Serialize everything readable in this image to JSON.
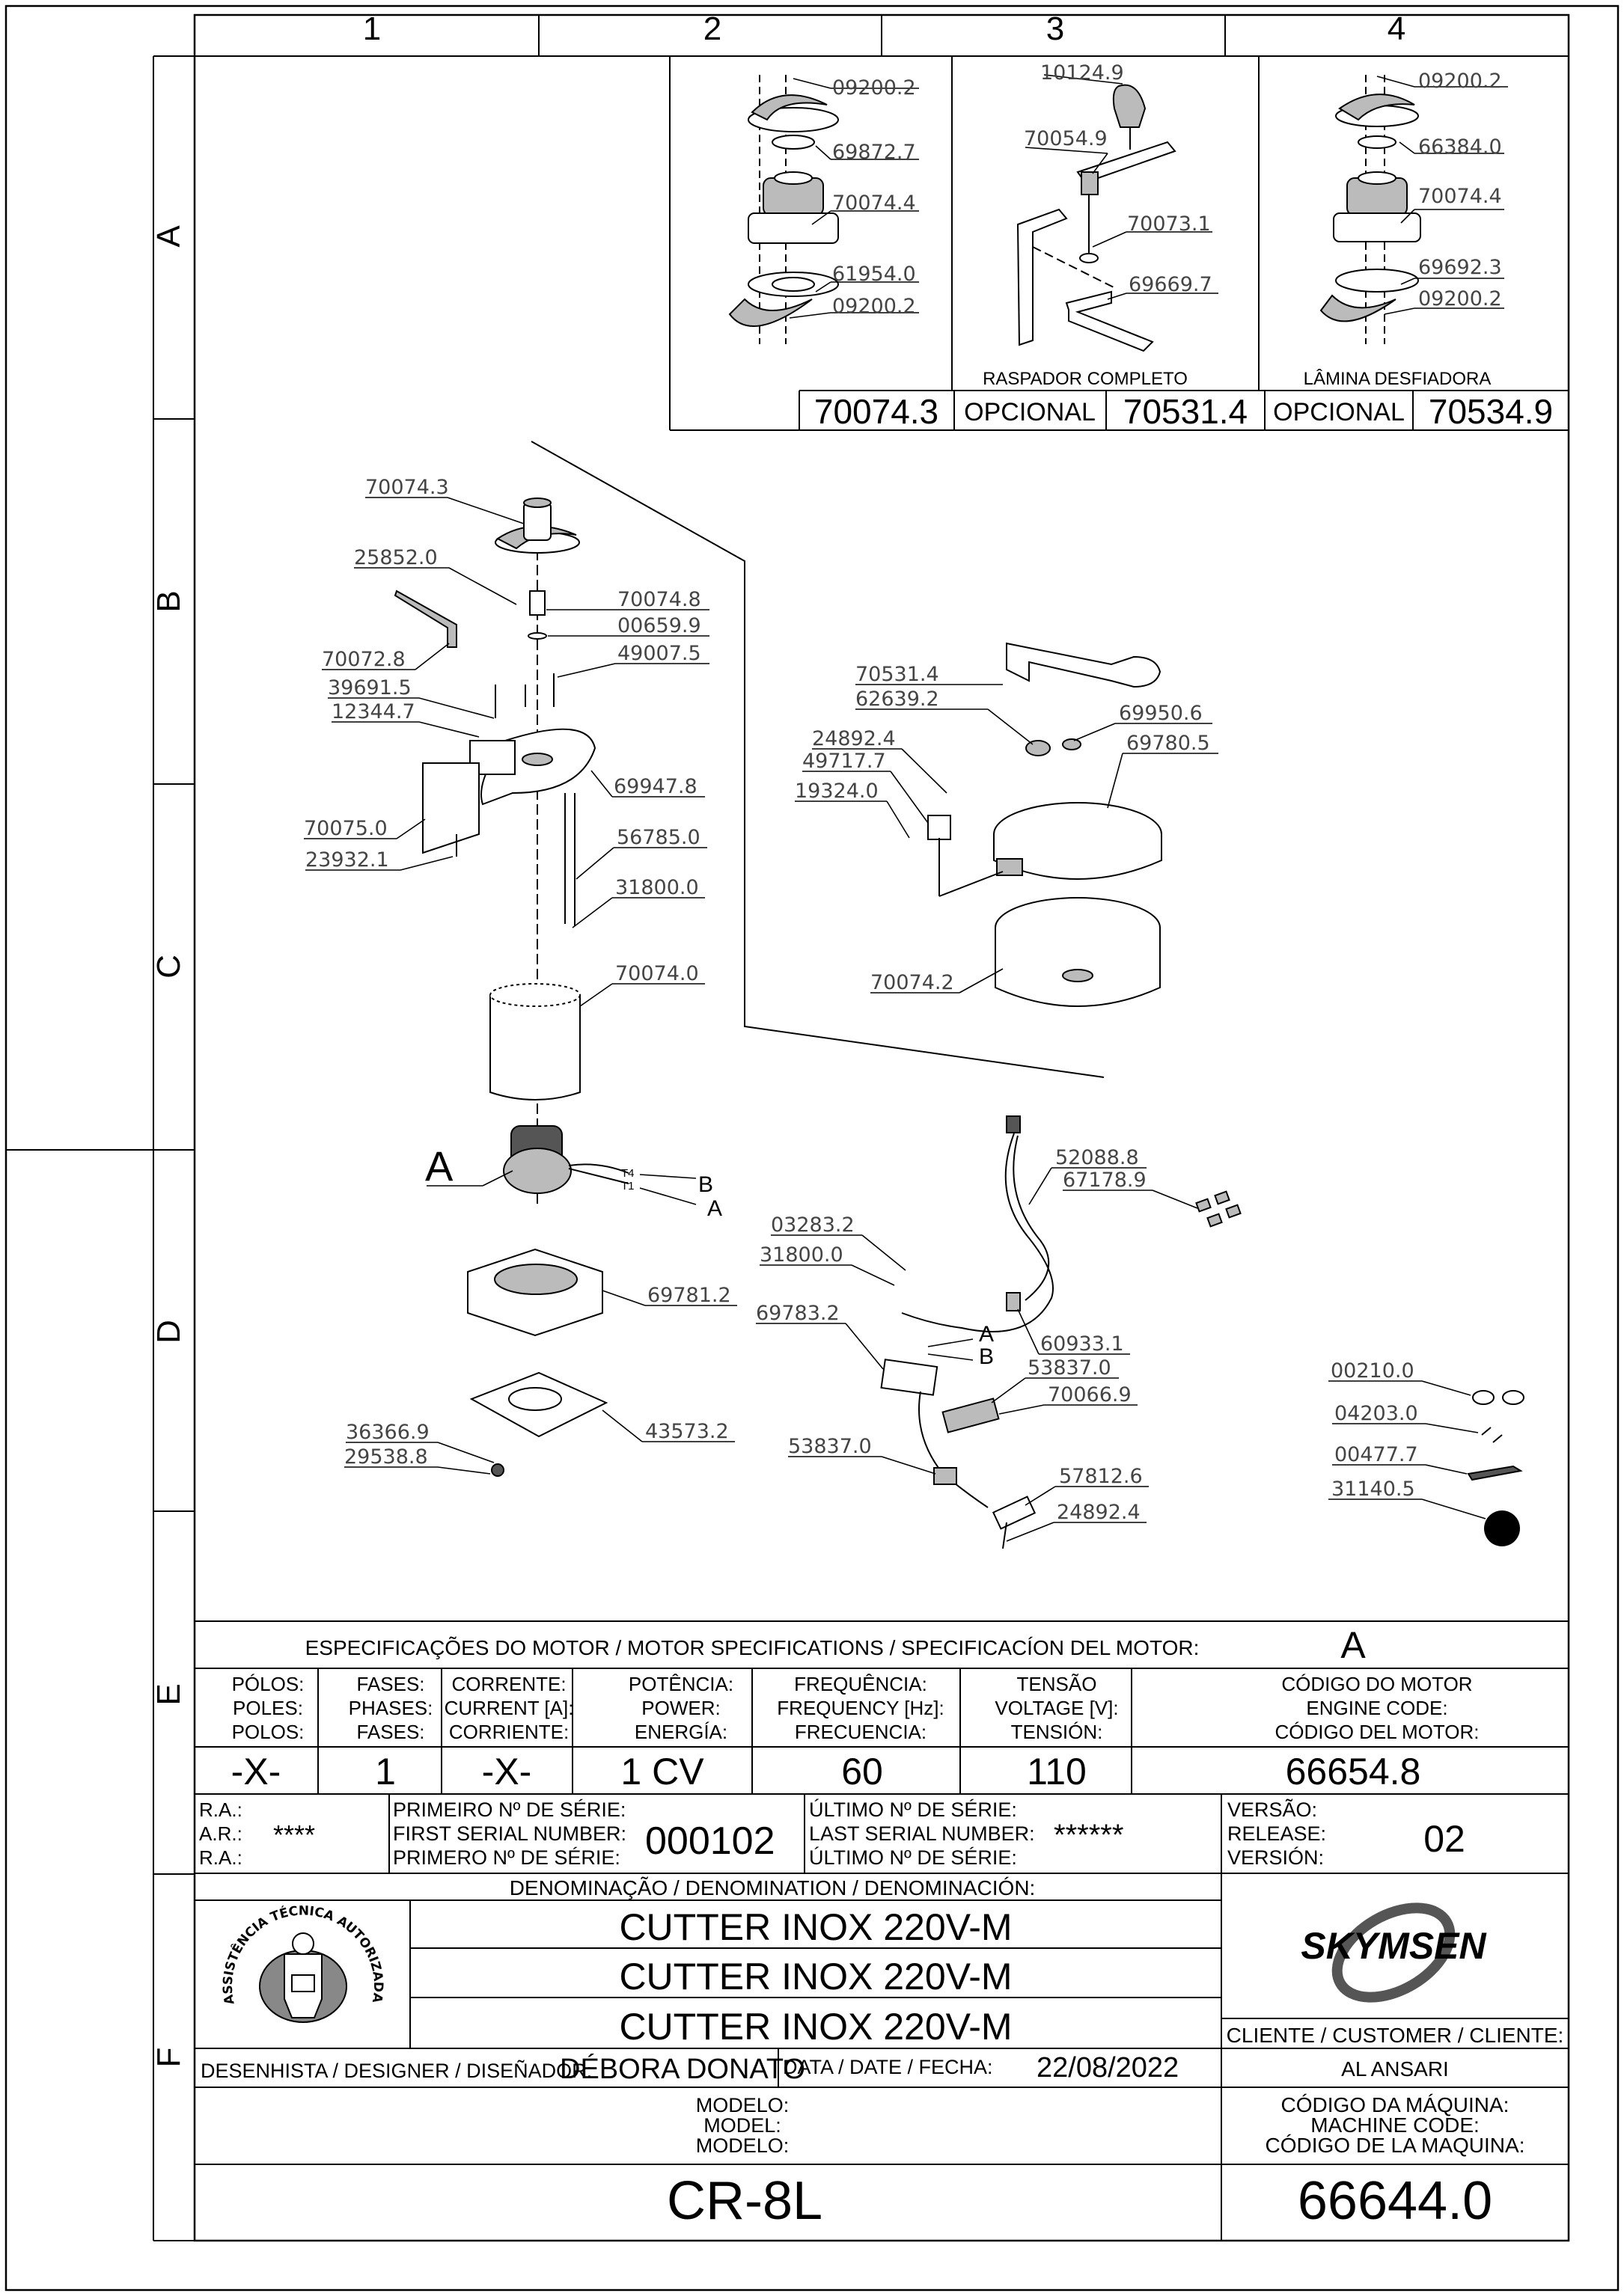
{
  "grid": {
    "columns": [
      "1",
      "2",
      "3",
      "4"
    ],
    "rows": [
      "A",
      "B",
      "C",
      "D",
      "E",
      "F"
    ]
  },
  "options_table": {
    "captions": [
      "RASPADOR  COMPLETO",
      "LÂMINA   DESFIADORA"
    ],
    "cells": [
      "70074.3",
      "OPCIONAL",
      "70531.4",
      "OPCIONAL",
      "70534.9"
    ]
  },
  "parts": {
    "opt_blade": [
      "09200.2",
      "69872.7",
      "70074.4",
      "61954.0",
      "09200.2"
    ],
    "opt_scraper": [
      "10124.9",
      "70054.9",
      "70073.1",
      "69669.7"
    ],
    "opt_shredder": [
      "09200.2",
      "66384.0",
      "70074.4",
      "69692.3",
      "09200.2"
    ],
    "main_assembly": [
      "70074.3",
      "25852.0",
      "70074.8",
      "00659.9",
      "49007.5",
      "70072.8",
      "39691.5",
      "12344.7",
      "69947.8",
      "70075.0",
      "23932.1",
      "56785.0",
      "31800.0",
      "70074.0"
    ],
    "lid_assembly": [
      "70531.4",
      "62639.2",
      "69950.6",
      "24892.4",
      "49717.7",
      "69780.5",
      "19324.0",
      "70074.2"
    ],
    "motor_base": [
      "A",
      "T4",
      "T1",
      "B",
      "A",
      "69781.2",
      "36366.9",
      "29538.8",
      "43573.2"
    ],
    "electrical": [
      "52088.8",
      "67178.9",
      "03283.2",
      "31800.0",
      "69783.2",
      "A",
      "B",
      "60933.1",
      "53837.0",
      "70066.9",
      "53837.0",
      "57812.6",
      "24892.4"
    ],
    "misc": [
      "00210.0",
      "04203.0",
      "00477.7",
      "31140.5"
    ]
  },
  "motor_specs": {
    "title": "ESPECIFICAÇÕES DO MOTOR / MOTOR SPECIFICATIONS / SPECIFICACÍON DEL MOTOR:",
    "variant": "A",
    "headers": [
      [
        "PÓLOS:",
        "POLES:",
        "POLOS:"
      ],
      [
        "FASES:",
        "PHASES:",
        "FASES:"
      ],
      [
        "CORRENTE:",
        "CURRENT [A]:",
        "CORRIENTE:"
      ],
      [
        "POTÊNCIA:",
        "POWER:",
        "ENERGÍA:"
      ],
      [
        "FREQUÊNCIA:",
        "FREQUENCY [Hz]:",
        "FRECUENCIA:"
      ],
      [
        "TENSÃO",
        "VOLTAGE [V]:",
        "TENSIÓN:"
      ],
      [
        "CÓDIGO DO MOTOR",
        "ENGINE CODE:",
        "CÓDIGO DEL MOTOR:"
      ]
    ],
    "values": [
      "-X-",
      "1",
      "-X-",
      "1 CV",
      "60",
      "110",
      "66654.8"
    ]
  },
  "serial": {
    "ra_labels": [
      "R.A.:",
      "A.R.:",
      "R.A.:"
    ],
    "ra_value": "****",
    "first_labels": [
      "PRIMEIRO Nº DE SÉRIE:",
      "FIRST SERIAL NUMBER:",
      "PRIMERO Nº DE SÉRIE:"
    ],
    "first_value": "000102",
    "last_labels": [
      "ÚLTIMO Nº DE SÉRIE:",
      "LAST SERIAL NUMBER:",
      "ÚLTIMO Nº DE SÉRIE:"
    ],
    "last_value": "******",
    "version_labels": [
      "VERSÃO:",
      "RELEASE:",
      "VERSIÓN:"
    ],
    "version_value": "02"
  },
  "denomination": {
    "label": "DENOMINAÇÃO / DENOMINATION / DENOMINACIÓN:",
    "lines": [
      "CUTTER INOX 220V-M",
      "CUTTER INOX 220V-M",
      "CUTTER INOX 220V-M"
    ]
  },
  "stamp": {
    "text": "ASSISTÊNCIA TÉCNICA AUTORIZADA"
  },
  "brand": {
    "logo": "SKYMSEN"
  },
  "client": {
    "label": "CLIENTE / CUSTOMER / CLIENTE:",
    "value": "AL ANSARI"
  },
  "designer": {
    "label": "DESENHISTA / DESIGNER / DISEÑADOR:",
    "value": "DÉBORA DONATO",
    "date_label": "DATA / DATE / FECHA:",
    "date_value": "22/08/2022"
  },
  "model": {
    "labels": [
      "MODELO:",
      "MODEL:",
      "MODELO:"
    ],
    "value": "CR-8L"
  },
  "machine_code": {
    "labels": [
      "CÓDIGO DA MÁQUINA:",
      "MACHINE CODE:",
      "CÓDIGO DE LA MAQUINA:"
    ],
    "value": "66644.0"
  }
}
